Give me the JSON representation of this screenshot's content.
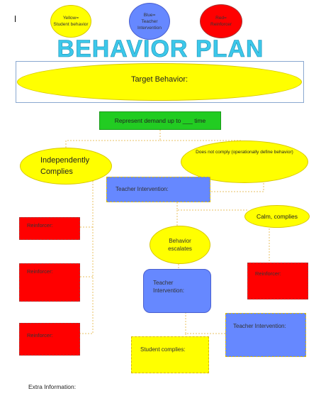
{
  "legend": {
    "yellow": "Yellow=\nStudent behavior",
    "blue": "Blue=\nTeacher\nIntervention",
    "red": "Red=\nReinforcer"
  },
  "title": "BEHAVIOR PLAN",
  "target_behavior": "Target Behavior:",
  "demand": "Represent demand up to ___ time",
  "independently_complies": "Independently\nComplies",
  "does_not_comply": "Does not comply (operationally define behavior)",
  "teacher_intervention_1": "Teacher Intervention:",
  "calm_complies": "Calm, complies",
  "behavior_escalates": "Behavior\nescalates",
  "teacher_intervention_2": "Teacher\nIntervention:",
  "teacher_intervention_3": "Teacher Intervention:",
  "student_complies": "Student complies:",
  "reinforcers": [
    "Reinforcer:",
    "Reinforcer:",
    "Reinforcer:",
    "Reinforcer:"
  ],
  "extra_information": "Extra Information:",
  "colors": {
    "yellow": "#ffff00",
    "blue": "#6688ff",
    "red": "#ff0000",
    "green": "#22cc22",
    "title": "#3cc8ea"
  }
}
